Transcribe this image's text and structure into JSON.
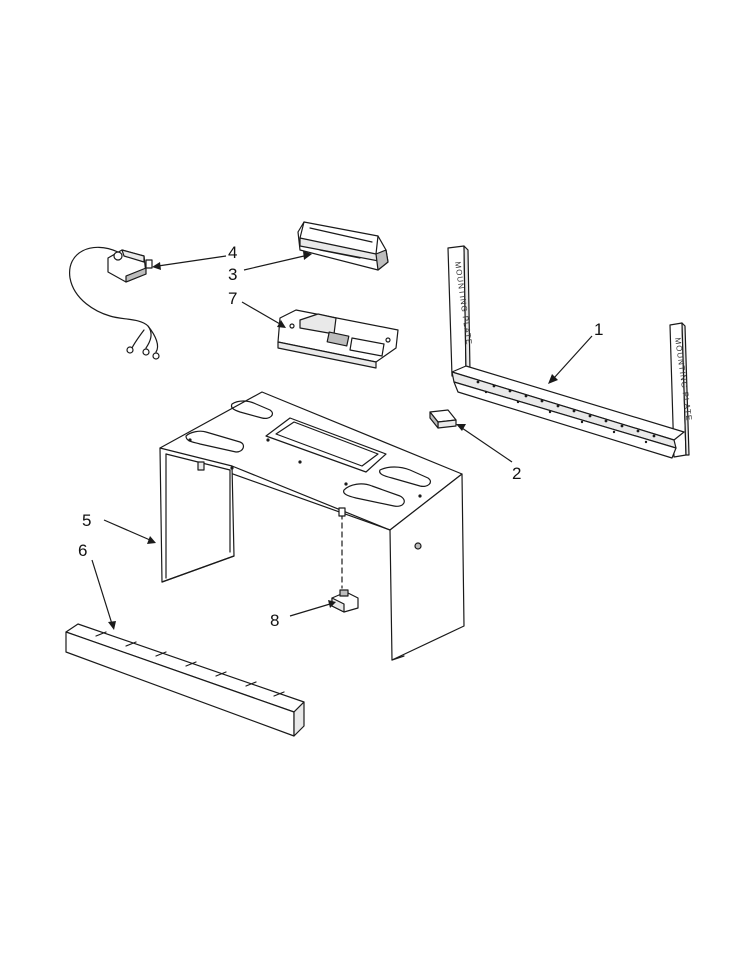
{
  "diagram": {
    "callouts": [
      {
        "id": "1",
        "label": "1"
      },
      {
        "id": "2",
        "label": "2"
      },
      {
        "id": "3",
        "label": "3"
      },
      {
        "id": "4",
        "label": "4"
      },
      {
        "id": "5",
        "label": "5"
      },
      {
        "id": "6",
        "label": "6"
      },
      {
        "id": "7",
        "label": "7"
      },
      {
        "id": "8",
        "label": "8"
      }
    ],
    "plate_text": {
      "left_upright": "MOUNTING PLATE",
      "right_upright": "MOUNTING PLATE"
    }
  }
}
